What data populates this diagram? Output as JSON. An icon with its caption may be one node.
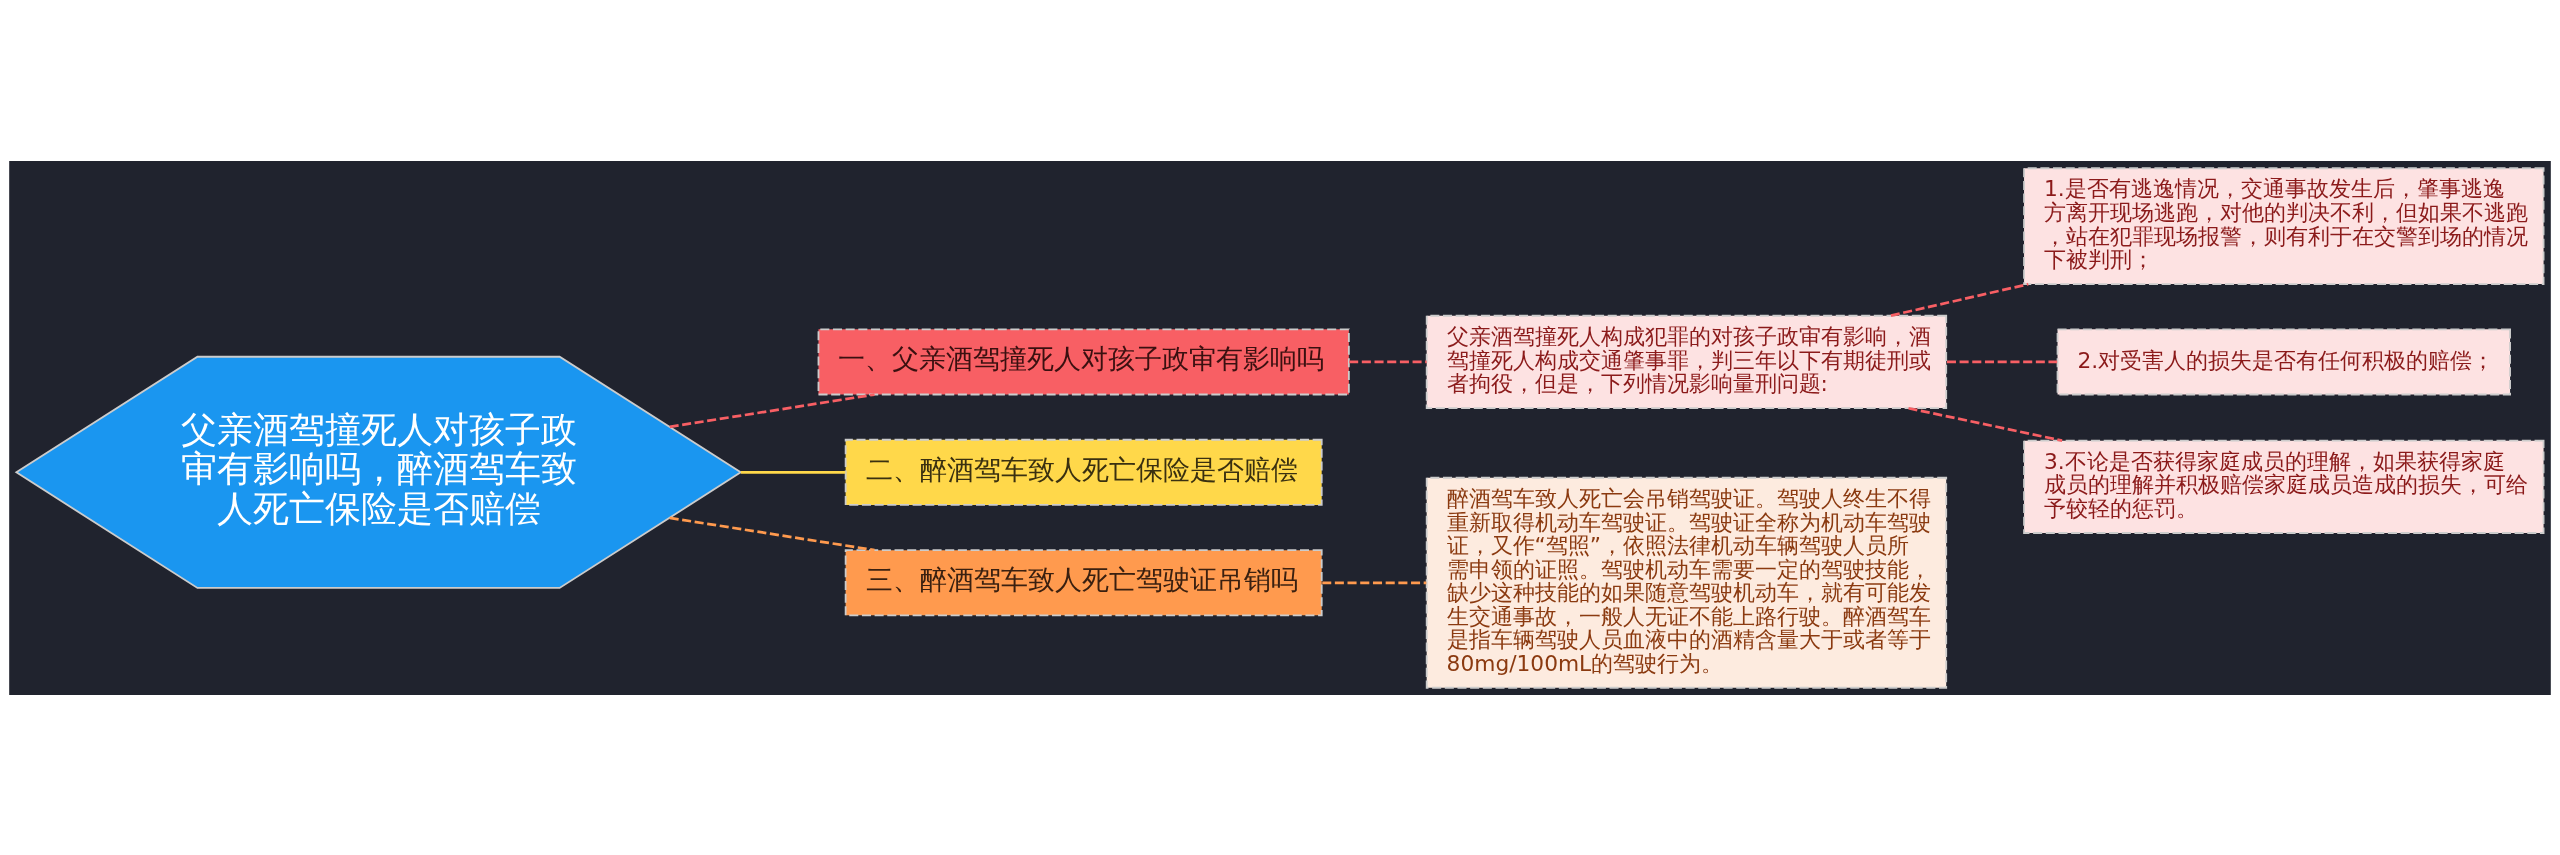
{
  "diagram": {
    "nodes": [
      {
        "text": [
          "父亲酒驾撞死人对孩子政审有影响吗，醉酒驾车致人死亡保险是否赔偿"
        ]
      },
      {
        "text": [
          "一、父亲酒驾撞死人对孩子政审有影响吗"
        ]
      },
      {
        "text": [
          "父亲酒驾撞死人构成犯罪的对孩子政审有影响，酒驾撞死人构成交通肇事罪，判三年以下有期徒刑或者拘役，但是，下列情况影响量刑问题:"
        ]
      },
      {
        "text": [
          "1.是否有逃逸情况，交通事故发生后，肇事逃逸方离开现场逃跑，对他的判决不利，但如果不逃跑，站在犯罪现场报警，则有利于在交警到场的情况下被判刑；"
        ]
      },
      {
        "text": [
          "2.对受害人的损失是否有任何积极的赔偿；"
        ]
      },
      {
        "text": [
          "3.不论是否获得家庭成员的理解，如果获得家庭成员的理解并积极赔偿家庭成员造成的损失，可给予较轻的惩罚。"
        ]
      },
      {
        "text": [
          "二、醉酒驾车致人死亡保险是否赔偿"
        ]
      },
      {
        "text": [
          "三、醉酒驾车致人死亡驾驶证吊销吗"
        ]
      },
      {
        "text": [
          "醉酒驾车致人死亡会吊销驾驶证。驾驶人终生不得重新取得机动车驾驶证。驾驶证全称为机动车驾驶证，又作“驾照”，依照法律机动车辆驾驶人员所需申领的证照。驾驶机动车需要一定的驾驶技能，缺少这种技能的如果随意驾驶机动车，就有可能发生交通事故，一般人无证不能上路行驶。醉酒驾车是指车辆驾驶人员血液中的酒精含量大于或者等于80mg/100mL的驾驶行为。"
        ]
      }
    ],
    "edges": [
      {
        "from": 0,
        "to": 1,
        "arrow": "none",
        "style": "dashed",
        "color": "#f85f64"
      },
      {
        "from": 1,
        "to": 2,
        "arrow": "none",
        "style": "dashed",
        "color": "#f85f64"
      },
      {
        "from": 2,
        "to": 3,
        "arrow": "none",
        "style": "dashed",
        "color": "#f85f64"
      },
      {
        "from": 2,
        "to": 4,
        "arrow": "none",
        "style": "dashed",
        "color": "#f85f64"
      },
      {
        "from": 2,
        "to": 5,
        "arrow": "none",
        "style": "dashed",
        "color": "#f85f64"
      },
      {
        "from": 0,
        "to": 6,
        "arrow": "none",
        "color": "#ffd84a"
      },
      {
        "from": 0,
        "to": 7,
        "arrow": "none",
        "style": "dashed",
        "color": "#ff9a4e"
      },
      {
        "from": 7,
        "to": 8,
        "arrow": "none",
        "style": "dashed",
        "color": "#ff9a4e"
      }
    ]
  }
}
